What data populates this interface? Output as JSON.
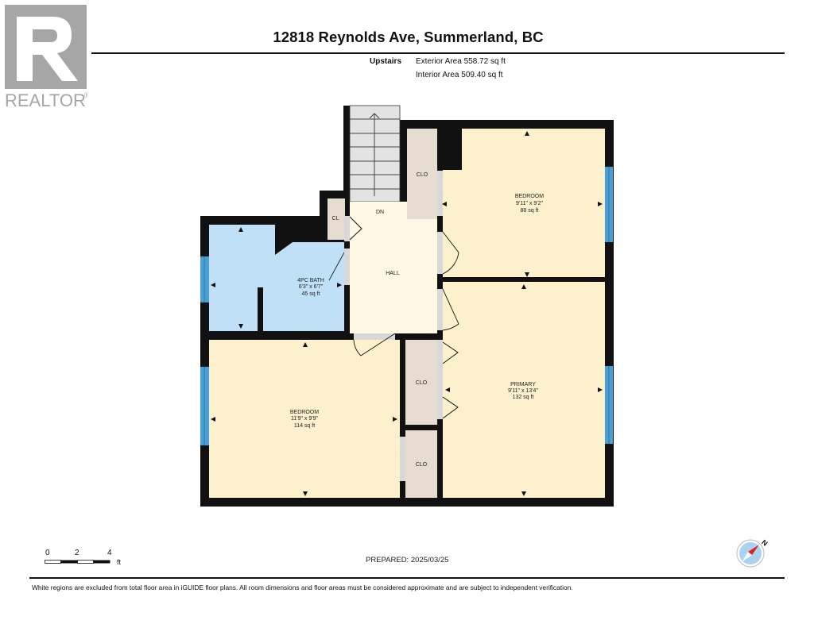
{
  "header": {
    "logo_text": "REALTOR",
    "logo_mark": "R",
    "title": "12818 Reynolds Ave, Summerland, BC"
  },
  "level": {
    "name": "Upstairs",
    "exterior_area": "Exterior Area 558.72 sq ft",
    "interior_area": "Interior Area 509.40 sq ft"
  },
  "rooms": [
    {
      "name": "BEDROOM",
      "dims": "9'11\" x 9'2\"",
      "area": "88 sq ft",
      "fill": "#fdf0cc"
    },
    {
      "name": "PRIMARY",
      "dims": "9'11\" x 13'4\"",
      "area": "132 sq ft",
      "fill": "#fdf0cc"
    },
    {
      "name": "BEDROOM",
      "dims": "11'9\" x 9'9\"",
      "area": "114 sq ft",
      "fill": "#fdf0cc"
    },
    {
      "name": "4PC BATH",
      "dims": "6'3\" x 6'7\"",
      "area": "45 sq ft",
      "fill": "#bfe0f7"
    },
    {
      "name": "HALL",
      "dims": "",
      "area": "",
      "fill": "#fff8e4"
    }
  ],
  "closets": [
    {
      "label": "CLO"
    },
    {
      "label": "CLO"
    },
    {
      "label": "CLO"
    },
    {
      "label": "CL"
    }
  ],
  "stairs": {
    "label": "DN"
  },
  "scale": {
    "ticks": [
      "0",
      "2",
      "4"
    ],
    "unit": "ft"
  },
  "prepared": "PREPARED: 2025/03/25",
  "compass": {
    "label": "N"
  },
  "disclaimer": "White regions are excluded from total floor area in iGUIDE floor plans. All room dimensions and floor areas must be considered approximate and are subject to independent verification.",
  "colors": {
    "wall": "#111111",
    "bedroom_fill": "#fdf0cc",
    "hall_fill": "#fff8e4",
    "bath_fill": "#bfe0f7",
    "closet_fill": "#e6ddd0",
    "stairs_fill": "#e3e3e3",
    "window": "#4a9fd4",
    "door_opening": "#d8d8d8",
    "logo_gray": "#a6a6a6"
  }
}
